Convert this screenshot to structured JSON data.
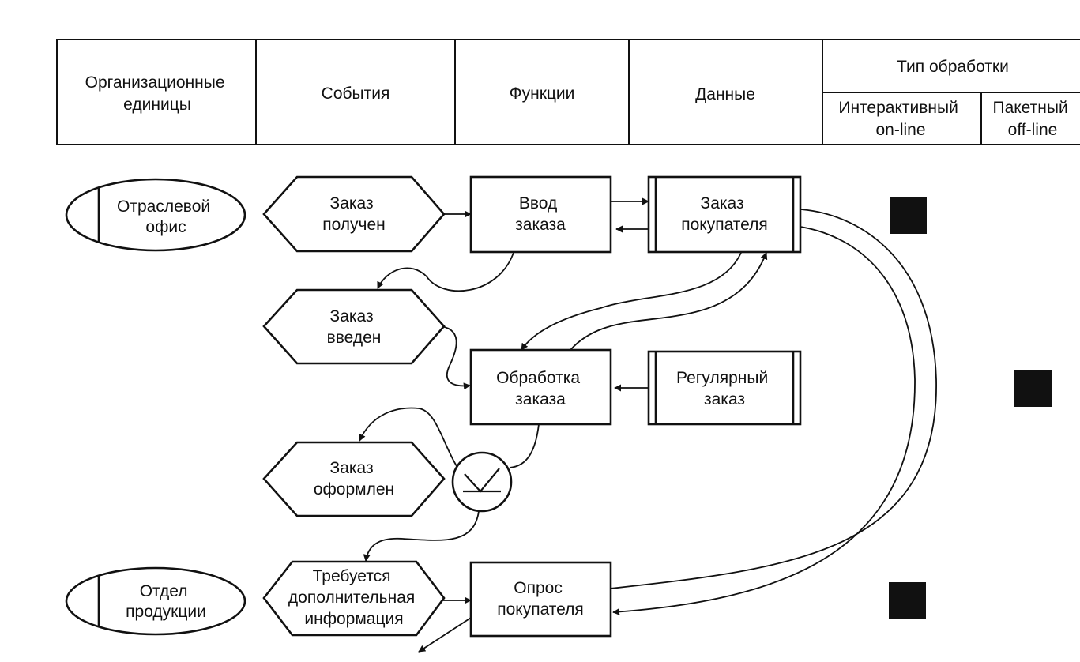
{
  "header": {
    "org_units": [
      "Организационные",
      "единицы"
    ],
    "events": "События",
    "functions": "Функции",
    "data": "Данные",
    "processing_type": "Тип обработки",
    "interactive": [
      "Интерактивный",
      "on-line"
    ],
    "batch": [
      "Пакетный",
      "off-line"
    ]
  },
  "org_units": {
    "branch_office": [
      "Отраслевой",
      "офис"
    ],
    "product_dept": [
      "Отдел",
      "продукции"
    ]
  },
  "events": {
    "order_received": [
      "Заказ",
      "получен"
    ],
    "order_entered": [
      "Заказ",
      "введен"
    ],
    "order_processed": [
      "Заказ",
      "оформлен"
    ],
    "info_required": [
      "Требуется",
      "дополнительная",
      "информация"
    ]
  },
  "functions": {
    "order_entry": [
      "Ввод",
      "заказа"
    ],
    "order_processing": [
      "Обработка",
      "заказа"
    ],
    "customer_query": [
      "Опрос",
      "покупателя"
    ]
  },
  "data_items": {
    "customer_order": [
      "Заказ",
      "покупателя"
    ],
    "regular_order": [
      "Регулярный",
      "заказ"
    ]
  },
  "processing_markers": [
    {
      "row": "order_entry",
      "type": "interactive"
    },
    {
      "row": "order_processing",
      "type": "batch"
    },
    {
      "row": "customer_query",
      "type": "interactive"
    }
  ],
  "connector": {
    "type": "XOR"
  }
}
